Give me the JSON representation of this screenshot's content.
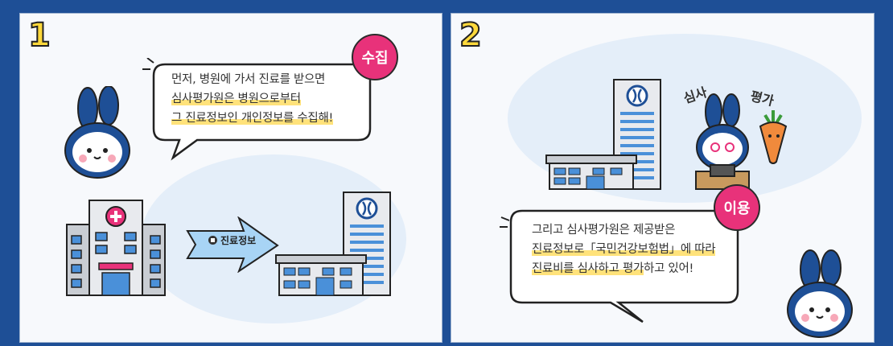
{
  "panel1": {
    "number": "1",
    "tag": "수집",
    "speech_line1": "먼저, 병원에 가서 진료를 받으면",
    "speech_line2": "심사평가원은 병원으로부터",
    "speech_line3": "그 진료정보인 개인정보를 수집해!",
    "arrow_label": "진료정보",
    "icons": [
      "rabbit-mascot",
      "hospital",
      "office-building",
      "arrow-right"
    ]
  },
  "panel2": {
    "number": "2",
    "tag": "이용",
    "label_review": "심사",
    "label_evaluate": "평가",
    "speech_line1": "그리고 심사평가원은 제공받은",
    "speech_line2": "진료정보로「국민건강보험법」에 따라",
    "speech_line3_hl": "진료비를 심사하고 평가",
    "speech_line3_rest": "하고 있어!",
    "icons": [
      "office-building",
      "rabbit-at-desk",
      "carrot-character",
      "rabbit-mascot"
    ]
  },
  "colors": {
    "background": "#1e4f96",
    "tag": "#e8327a",
    "highlight": "#ffe27a",
    "building": "#4a90d9"
  }
}
